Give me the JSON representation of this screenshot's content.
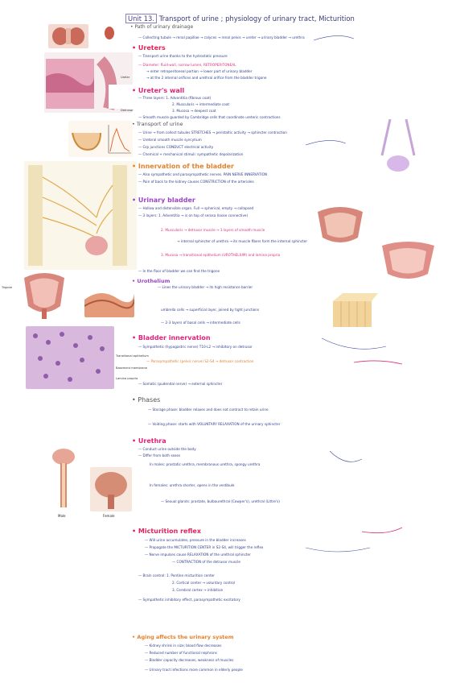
{
  "title": {
    "unit_label": "Unit 13.",
    "rest": "Transport of urine ; physiology of urinary tract, Micturition"
  },
  "sections": {
    "path": "• Path of urinary drainage",
    "ureters": "• Ureters",
    "ureter_wall": "• Ureter's wall",
    "transport": "• Transport of urine",
    "innervation": "• Innervation of the bladder",
    "urinary_bladder": "• Urinary bladder",
    "urothelium": "• Urothelium",
    "bladder_innervation": "• Bladder innervation",
    "phases": "• Phases",
    "urethra": "• Urethra",
    "micturition": "• Micturition reflex",
    "aging": "• Aging affects the urinary system"
  },
  "notes": [
    "— Collecting tubule → renal papillae → calyces → renal pelvis → ureter → urinary bladder → urethra",
    "— Transport urine thanks to the hydrostatic pressure",
    "— Diameter: fluid-wall, narrow lumen, RETROPERITONEAL",
    "→ enter retroperitoneal portion → lower part of urinary bladder",
    "→ at the 2 internal orifices and urethral orifice from the bladder trigone",
    "— Three layers: 1. Adventitia (fibrous coat)",
    "2. Muscularis → intermediate coat",
    "3. Mucosa → deepest coat",
    "— Smooth muscle guarded by Cambridge cells that coordinate ureteric contractions",
    "— Urine → from collect tubules STRETCHES → peristaltic activity → sphincter contraction",
    "— Ureteral smooth muscle syncytium",
    "— Grp junctions CONDUCT electrical activity",
    "— Chemical + mechanical stimuli: sympathetic depolarization",
    "— Also sympathetic and parasympathetic nerves. PAIN NERVE INNERVATION",
    "— Pain of back to the kidney causes CONSTRICTION of the arterioles",
    "— Hollow and distensible organ. Full → spherical, empty → collapsed",
    "— 3 layers: 1. Adventitia → is on top of serosa (loose connective)",
    "2. Muscularis → detrusor muscle → 3 layers of smooth muscle",
    "→ internal sphincter of urethra → its muscle fibers form the internal sphincter",
    "3. Mucosa → transitional epithelium (UROTHELIUM) and lamina propria",
    "— In the floor of bladder we can find the trigone",
    "— Lines the urinary bladder → its high resistance barrier",
    "umbrella cells → superficial layer, joined by tight junctions",
    "— 2-3 layers of basal cells → intermediate cells",
    "— Sympathetic (hypogastric nerve) T10-L2 → inhibitory on detrusor",
    "— Parasympathetic (pelvic nerve) S2-S4 → detrusor contraction",
    "— Somatic (pudendal nerve) → external sphincter",
    "— Storage phase: bladder relaxes and does not contract to retain urine",
    "— Voiding phase: starts with VOLUNTARY RELAXATION of the urinary sphincter",
    "— Conduct urine outside the body",
    "— Differ from both sexes",
    "In males: prostatic urethra, membranous urethra, spongy urethra",
    "In females: urethra shorter, opens in the vestibule",
    "— Sexual glands: prostate, bulbourethral (Cowper's), urethral (Littre's)",
    "— Will urine accumulates, pressure in the bladder increases",
    "— Propagate the MICTURITION CENTER in S2-S4, will trigger the reflex",
    "— Nerve impulses cause RELAXATION of the urethral sphincter",
    "— CONTRACTION of the detrusor muscle",
    "— Brain control: 1. Pontine micturition center",
    "2. Cortical center → voluntary control",
    "3. Cerebral cortex → inhibition",
    "— Sympathetic inhibitory effect, parasympathetic excitatory",
    "— Kidney shrink in size; blood flow decreases",
    "— Reduced number of functional nephrons",
    "— Bladder capacity decreases, weakness of muscles",
    "— Urinary tract infections more common in elderly people"
  ],
  "labels": {
    "ureter": "Ureter",
    "detrusor": "Detrusor",
    "trigone": "Trigone",
    "transitional": "Transitional epithelium",
    "basement": "Basement membrane",
    "lamina": "Lamina propria",
    "male": "Male",
    "female": "Female"
  },
  "colors": {
    "ink_blue": "#2f3f8a",
    "pink": "#e0235a",
    "orange": "#e8802a",
    "purple": "#9b46c8",
    "highlight_yellow": "#ffe98a"
  }
}
